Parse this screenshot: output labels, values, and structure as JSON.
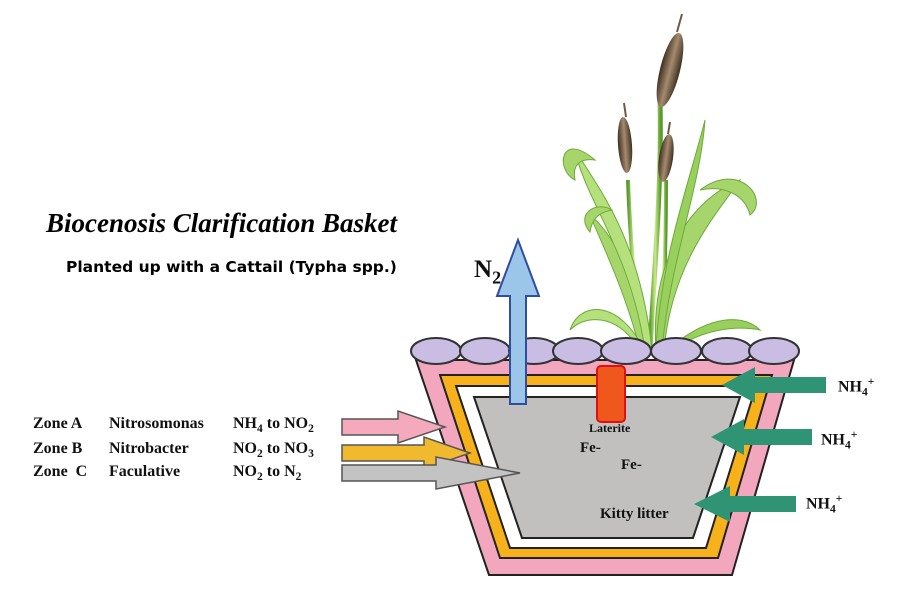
{
  "title": "Biocenosis Clarification Basket",
  "subtitle": "Planted up with a Cattail (Typha spp.)",
  "gas_output": {
    "symbol": "N",
    "subscript": "2"
  },
  "inputs": [
    {
      "symbol": "NH",
      "subscript": "4",
      "superscript": "+"
    },
    {
      "symbol": "NH",
      "subscript": "4",
      "superscript": "+"
    },
    {
      "symbol": "NH",
      "subscript": "4",
      "superscript": "+"
    }
  ],
  "zones": [
    {
      "zone": "Zone A",
      "organism": "Nitrosomonas",
      "reaction": {
        "from": "NH",
        "from_sub": "4",
        "to_word": " to ",
        "to": "NO",
        "to_sub": "2"
      }
    },
    {
      "zone": "Zone B",
      "organism": "Nitrobacter",
      "reaction": {
        "from": "NO",
        "from_sub": "2",
        "to_word": " to ",
        "to": "NO",
        "to_sub": "3"
      }
    },
    {
      "zone": "Zone  C",
      "organism": "Faculative",
      "reaction": {
        "from": "NO",
        "from_sub": "2",
        "to_word": " to ",
        "to": "N",
        "to_sub": "2"
      }
    }
  ],
  "inner_labels": {
    "laterite": "Laterite",
    "fe_1": "Fe-",
    "fe_2": "Fe-",
    "kitty_litter": "Kitty litter"
  },
  "colors": {
    "outer_layer": "#f2a7bf",
    "middle_layer": "#f7b21b",
    "inner_fill": "#c1c0bf",
    "stones": "#c9bde3",
    "laterite": "#f0571c",
    "n2_arrow": "#9cc5ea",
    "nh4_arrow": "#2f9474",
    "zone_a_arrow": "#f4a9bd",
    "zone_b_arrow": "#f1b92d",
    "zone_c_arrow": "#c3c3c3",
    "plant_green": "#8fcb4e",
    "cattail_brown": "#6e5a45"
  }
}
